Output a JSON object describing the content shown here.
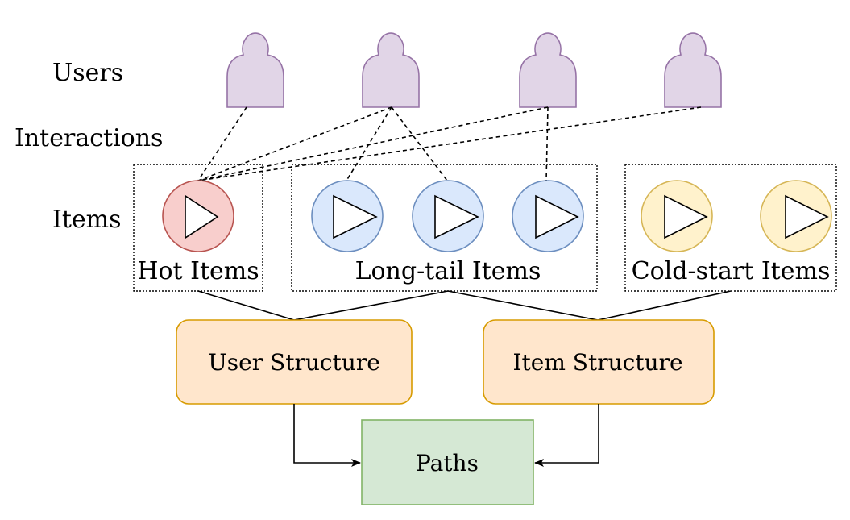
{
  "row_labels": {
    "users": "Users",
    "interactions": "Interactions",
    "items": "Items"
  },
  "item_groups": {
    "hot": "Hot Items",
    "long_tail": "Long-tail Items",
    "cold_start": "Cold-start Items"
  },
  "boxes": {
    "user_structure": "User Structure",
    "item_structure": "Item Structure",
    "paths": "Paths"
  },
  "colors": {
    "user_fill": "#e1d5e7",
    "user_stroke": "#9673a6",
    "hot_fill": "#f8cecc",
    "hot_stroke": "#b85450",
    "long_tail_fill": "#dae8fc",
    "long_tail_stroke": "#6c8ebf",
    "cold_fill": "#fff2cc",
    "cold_stroke": "#d6b656",
    "structure_fill": "#ffe6cc",
    "structure_stroke": "#d79b00",
    "paths_fill": "#d5e8d4",
    "paths_stroke": "#82b366"
  }
}
